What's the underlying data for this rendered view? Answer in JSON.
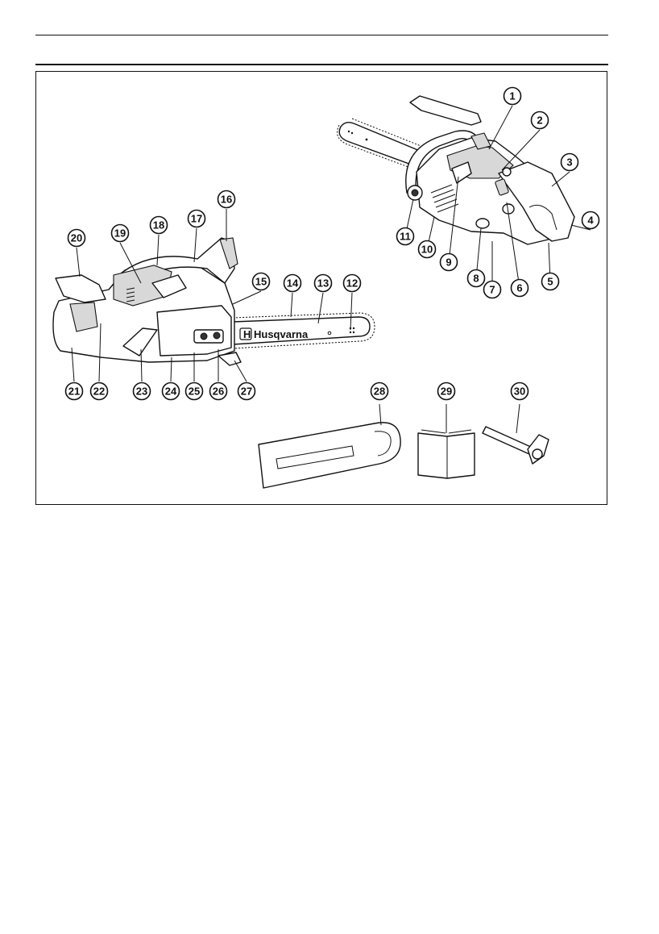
{
  "figure": {
    "brand_text": "Husqvarna",
    "brand_mark": "H",
    "callouts": [
      {
        "n": "1"
      },
      {
        "n": "2"
      },
      {
        "n": "3"
      },
      {
        "n": "4"
      },
      {
        "n": "5"
      },
      {
        "n": "6"
      },
      {
        "n": "7"
      },
      {
        "n": "8"
      },
      {
        "n": "9"
      },
      {
        "n": "10"
      },
      {
        "n": "11"
      },
      {
        "n": "12"
      },
      {
        "n": "13"
      },
      {
        "n": "14"
      },
      {
        "n": "15"
      },
      {
        "n": "16"
      },
      {
        "n": "17"
      },
      {
        "n": "18"
      },
      {
        "n": "19"
      },
      {
        "n": "20"
      },
      {
        "n": "21"
      },
      {
        "n": "22"
      },
      {
        "n": "23"
      },
      {
        "n": "24"
      },
      {
        "n": "25"
      },
      {
        "n": "26"
      },
      {
        "n": "27"
      },
      {
        "n": "28"
      },
      {
        "n": "29"
      },
      {
        "n": "30"
      }
    ]
  }
}
